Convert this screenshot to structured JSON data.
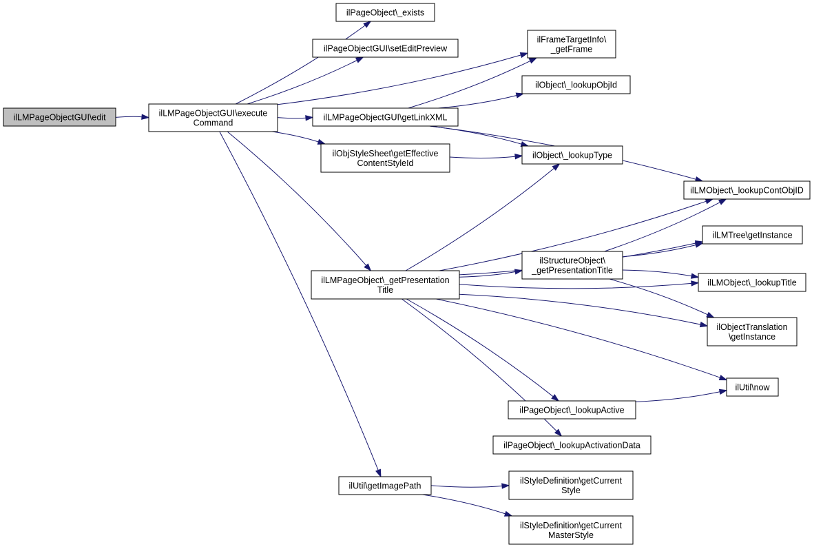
{
  "nodes": {
    "edit": [
      "ilLMPageObjectGUI\\edit"
    ],
    "executeCommand": [
      "ilLMPageObjectGUI\\execute",
      "Command"
    ],
    "exists": [
      "ilPageObject\\_exists"
    ],
    "setEditPreview": [
      "ilPageObjectGUI\\setEditPreview"
    ],
    "getFrame": [
      "ilFrameTargetInfo\\",
      "_getFrame"
    ],
    "lookupObjId": [
      "ilObject\\_lookupObjId"
    ],
    "getLinkXML": [
      "ilLMPageObjectGUI\\getLinkXML"
    ],
    "getEffectiveContentStyleId": [
      "ilObjStyleSheet\\getEffective",
      "ContentStyleId"
    ],
    "lookupType": [
      "ilObject\\_lookupType"
    ],
    "lookupContObjID": [
      "ilLMObject\\_lookupContObjID"
    ],
    "lmTreeGetInstance": [
      "ilLMTree\\getInstance"
    ],
    "structGetPresentationTitle": [
      "ilStructureObject\\",
      "_getPresentationTitle"
    ],
    "lmPageGetPresentationTitle": [
      "ilLMPageObject\\_getPresentation",
      "Title"
    ],
    "lookupTitle": [
      "ilLMObject\\_lookupTitle"
    ],
    "objTranslationGetInstance": [
      "ilObjectTranslation",
      "\\getInstance"
    ],
    "utilNow": [
      "ilUtil\\now"
    ],
    "lookupActive": [
      "ilPageObject\\_lookupActive"
    ],
    "lookupActivationData": [
      "ilPageObject\\_lookupActivationData"
    ],
    "getImagePath": [
      "ilUtil\\getImagePath"
    ],
    "getCurrentStyle": [
      "ilStyleDefinition\\getCurrent",
      "Style"
    ],
    "getCurrentMasterStyle": [
      "ilStyleDefinition\\getCurrent",
      "MasterStyle"
    ]
  },
  "edges": [
    [
      "edit",
      "executeCommand"
    ],
    [
      "executeCommand",
      "exists"
    ],
    [
      "executeCommand",
      "setEditPreview"
    ],
    [
      "executeCommand",
      "getFrame"
    ],
    [
      "executeCommand",
      "getLinkXML"
    ],
    [
      "executeCommand",
      "getEffectiveContentStyleId"
    ],
    [
      "executeCommand",
      "lmPageGetPresentationTitle"
    ],
    [
      "executeCommand",
      "getImagePath"
    ],
    [
      "getLinkXML",
      "getFrame"
    ],
    [
      "getLinkXML",
      "lookupObjId"
    ],
    [
      "getLinkXML",
      "lookupType"
    ],
    [
      "getLinkXML",
      "lookupContObjID"
    ],
    [
      "getEffectiveContentStyleId",
      "lookupType"
    ],
    [
      "lmPageGetPresentationTitle",
      "lookupType"
    ],
    [
      "lmPageGetPresentationTitle",
      "lookupContObjID"
    ],
    [
      "lmPageGetPresentationTitle",
      "lmTreeGetInstance"
    ],
    [
      "lmPageGetPresentationTitle",
      "structGetPresentationTitle"
    ],
    [
      "lmPageGetPresentationTitle",
      "lookupTitle"
    ],
    [
      "lmPageGetPresentationTitle",
      "objTranslationGetInstance"
    ],
    [
      "lmPageGetPresentationTitle",
      "utilNow"
    ],
    [
      "lmPageGetPresentationTitle",
      "lookupActive"
    ],
    [
      "lmPageGetPresentationTitle",
      "lookupActivationData"
    ],
    [
      "structGetPresentationTitle",
      "lookupContObjID"
    ],
    [
      "structGetPresentationTitle",
      "lmTreeGetInstance"
    ],
    [
      "structGetPresentationTitle",
      "lookupTitle"
    ],
    [
      "structGetPresentationTitle",
      "objTranslationGetInstance"
    ],
    [
      "lookupActive",
      "utilNow"
    ],
    [
      "getImagePath",
      "getCurrentStyle"
    ],
    [
      "getImagePath",
      "getCurrentMasterStyle"
    ]
  ],
  "colors": {
    "edge": "#191970",
    "root_fill": "#bfbfbf",
    "node_fill": "#ffffff",
    "node_stroke": "#000000"
  }
}
